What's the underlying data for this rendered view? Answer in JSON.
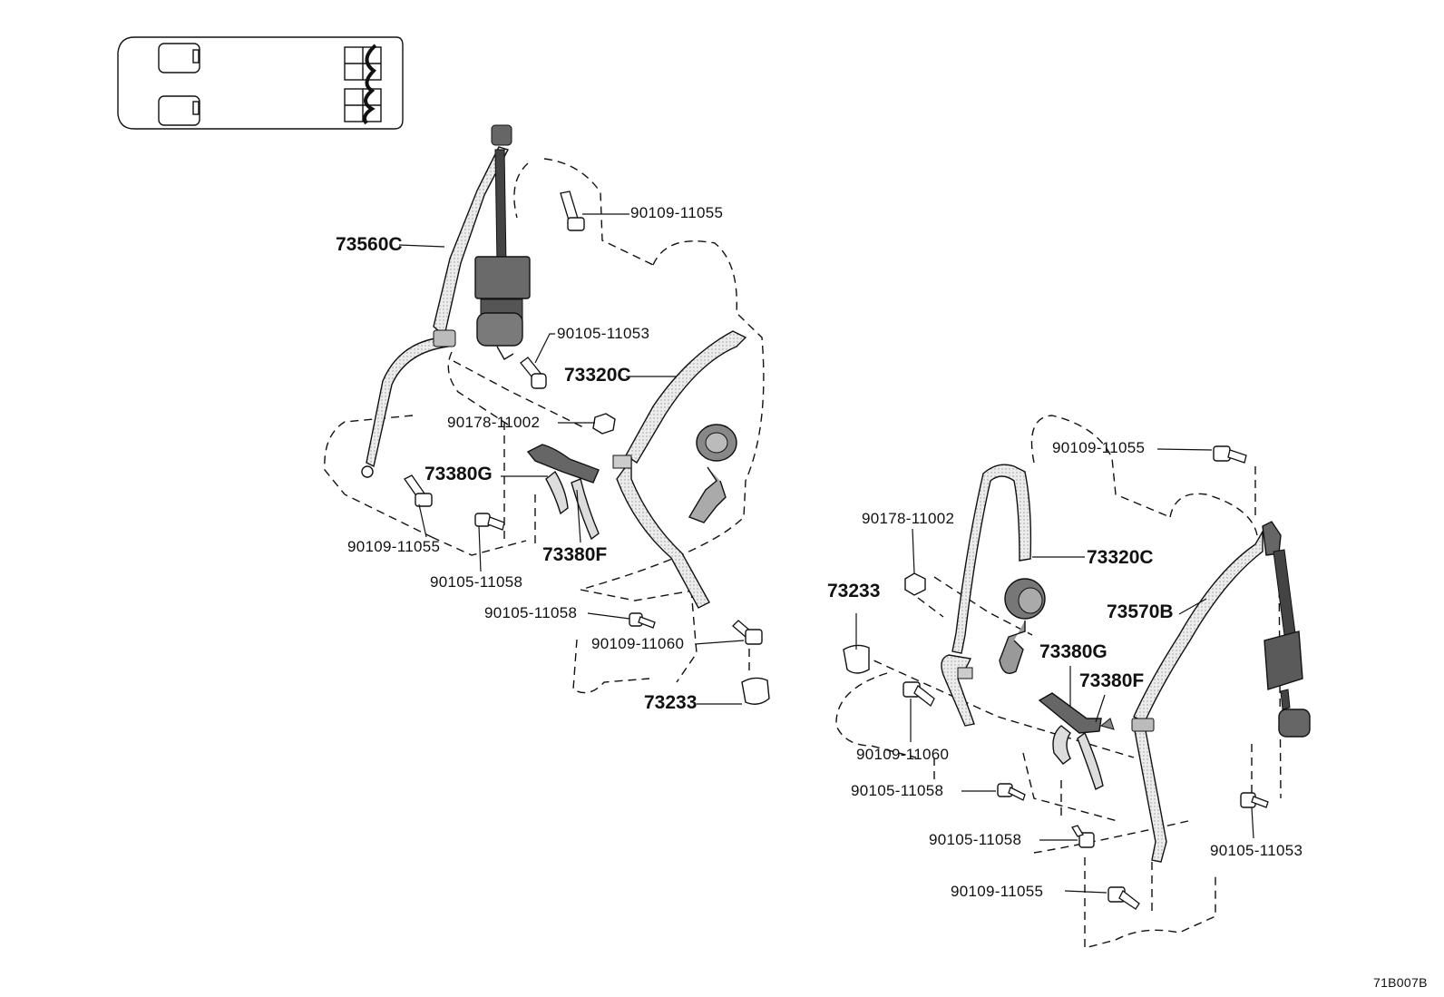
{
  "diagram": {
    "code": "71B007B",
    "labels": {
      "l_73560C": "73560C",
      "l_90109_11055_a": "90109-11055",
      "l_90105_11053_a": "90105-11053",
      "l_73320C_a": "73320C",
      "l_90178_11002_a": "90178-11002",
      "l_73380G_a": "73380G",
      "l_90109_11055_b": "90109-11055",
      "l_90105_11058_a": "90105-11058",
      "l_73380F_a": "73380F",
      "l_90105_11058_b": "90105-11058",
      "l_90109_11060_a": "90109-11060",
      "l_73233_a": "73233",
      "l_90109_11055_c": "90109-11055",
      "l_90178_11002_b": "90178-11002",
      "l_73320C_b": "73320C",
      "l_73233_b": "73233",
      "l_73570B": "73570B",
      "l_73380G_b": "73380G",
      "l_73380F_b": "73380F",
      "l_90109_11060_b": "90109-11060",
      "l_90105_11058_c": "90105-11058",
      "l_90105_11058_d": "90105-11058",
      "l_90105_11053_b": "90105-11053",
      "l_90109_11055_d": "90109-11055"
    }
  },
  "colors": {
    "line": "#111111",
    "belt_fill": "#e8e8e8",
    "dark_fill": "#6f6f6f",
    "paper": "#ffffff"
  }
}
